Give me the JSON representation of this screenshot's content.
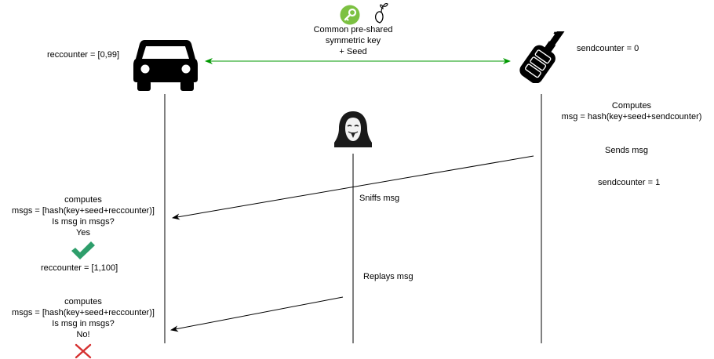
{
  "header": {
    "key_line1": "Common pre-shared",
    "key_line2": "symmetric key",
    "key_line3": "+ Seed"
  },
  "car": {
    "counter_label": "reccounter = [0,99]"
  },
  "fob": {
    "counter_label": "sendcounter = 0",
    "computes_line1": "Computes",
    "computes_line2": "msg = hash(key+seed+sendcounter)",
    "sends": "Sends msg",
    "counter_after": "sendcounter = 1"
  },
  "attacker": {
    "sniffs": "Sniffs msg",
    "replays": "Replays msg"
  },
  "first_check": {
    "line1": "computes",
    "line2": "msgs = [hash(key+seed+reccounter)]",
    "line3": "Is msg in msgs?",
    "result": "Yes",
    "counter_after": "reccounter = [1,100]"
  },
  "second_check": {
    "line1": "computes",
    "line2": "msgs = [hash(key+seed+reccounter)]",
    "line3": "Is msg in msgs?",
    "result": "No!"
  },
  "icons": {
    "key": "key-icon",
    "seed": "seed-icon",
    "car": "car-icon",
    "fob": "car-key-fob-icon",
    "hacker": "hacker-icon",
    "check": "checkmark-icon",
    "cross": "cross-icon"
  },
  "colors": {
    "green_arrow": "#009900",
    "key_badge": "#7cc142",
    "check": "#2e9e6b",
    "cross": "#d63030"
  }
}
